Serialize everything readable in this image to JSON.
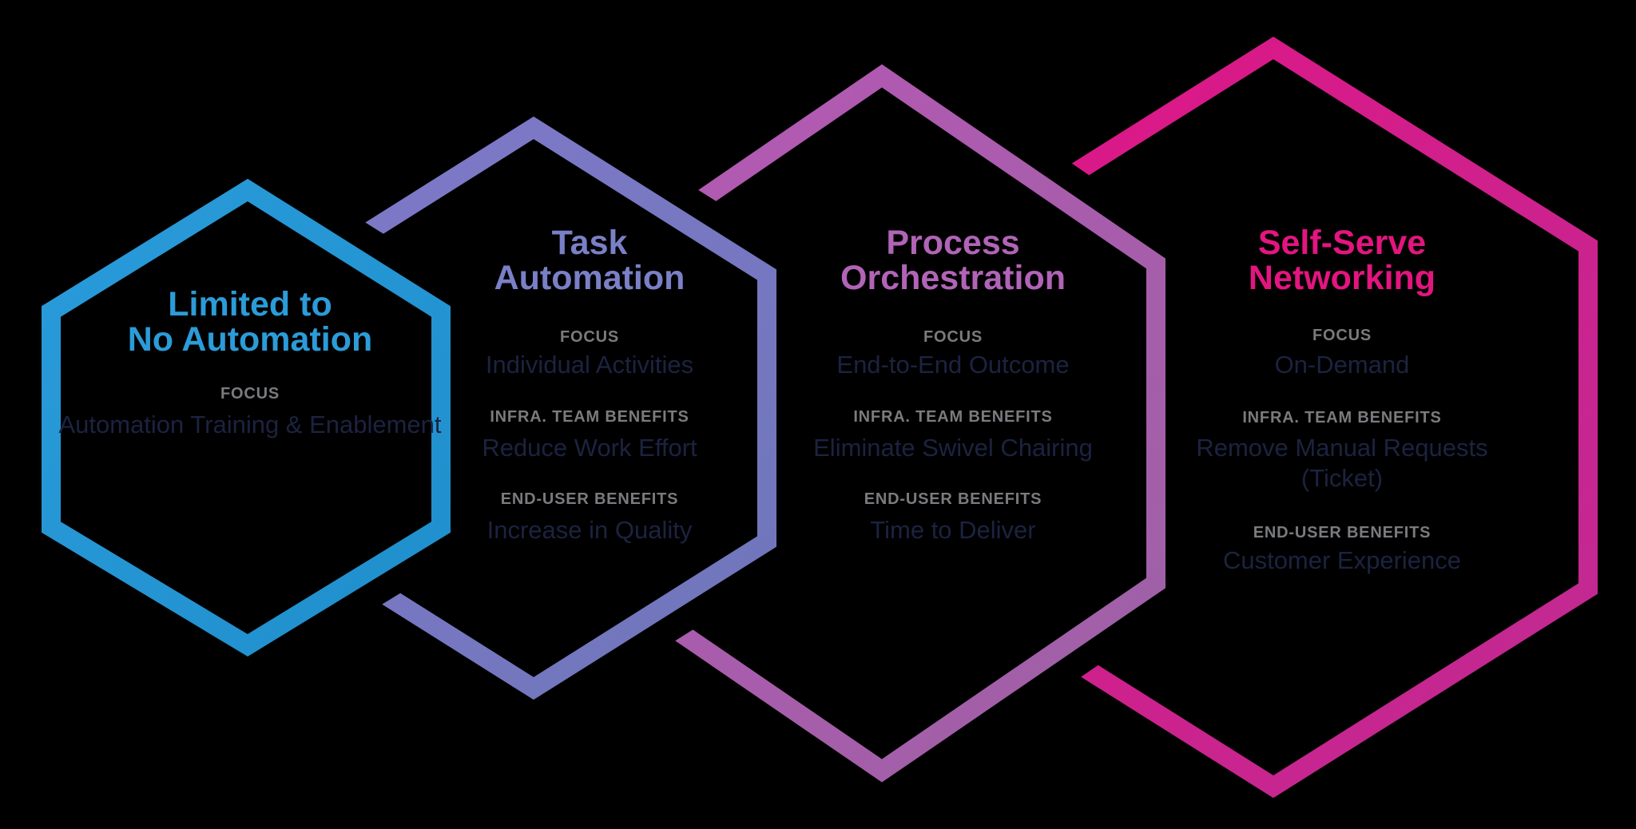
{
  "figure": {
    "title": "Network Automation Maturity Hexagons",
    "background": "#000000",
    "label_color": "#797B7E",
    "value_color": "#1C2340",
    "hexagons": [
      {
        "id": "limited-to-no-automation",
        "title_lines": [
          "Limited to",
          "No Automation"
        ],
        "title_color": "#2B9CD8",
        "stroke_from": "#2A9BDA",
        "stroke_to": "#1F8FCC",
        "sections": [
          {
            "label": "FOCUS",
            "value": "Automation Training & Enablement"
          }
        ]
      },
      {
        "id": "task-automation",
        "title_lines": [
          "Task",
          "Automation"
        ],
        "title_color": "#7A80C6",
        "stroke_from": "#8079C9",
        "stroke_to": "#6F76BA",
        "sections": [
          {
            "label": "FOCUS",
            "value": "Individual Activities"
          },
          {
            "label": "INFRA. TEAM BENEFITS",
            "value": "Reduce Work Effort"
          },
          {
            "label": "END-USER BENEFITS",
            "value": "Increase in Quality"
          }
        ]
      },
      {
        "id": "process-orchestration",
        "title_lines": [
          "Process",
          "Orchestration"
        ],
        "title_color": "#B164B7",
        "stroke_from": "#B558B4",
        "stroke_to": "#9D61A5",
        "sections": [
          {
            "label": "FOCUS",
            "value": "End-to-End Outcome"
          },
          {
            "label": "INFRA. TEAM BENEFITS",
            "value": "Eliminate Swivel Chairing"
          },
          {
            "label": "END-USER BENEFITS",
            "value": "Time to Deliver"
          }
        ]
      },
      {
        "id": "self-serve-networking",
        "title_lines": [
          "Self-Serve",
          "Networking"
        ],
        "title_color": "#E3157F",
        "stroke_from": "#E01585",
        "stroke_to": "#BF2B93",
        "sections": [
          {
            "label": "FOCUS",
            "value": "On-Demand"
          },
          {
            "label": "INFRA. TEAM BENEFITS",
            "value": "Remove Manual Requests (Ticket)"
          },
          {
            "label": "END-USER BENEFITS",
            "value": "Customer Experience"
          }
        ]
      }
    ]
  }
}
